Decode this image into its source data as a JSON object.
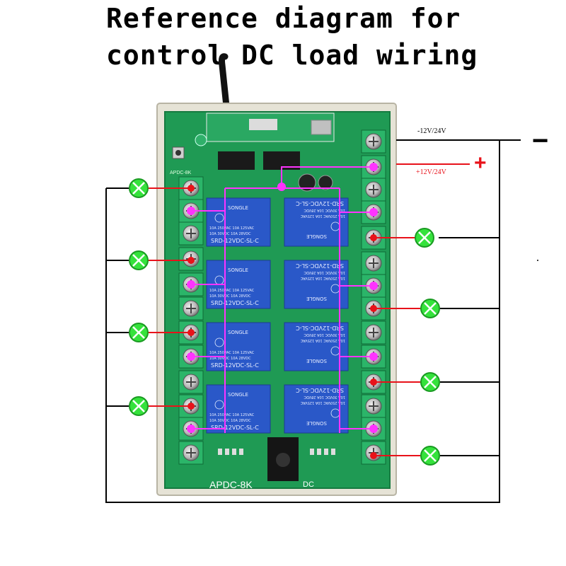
{
  "title": {
    "line1": "Reference diagram for",
    "line2": "control DC load wiring"
  },
  "supply": {
    "negative_label": "-12V/24V",
    "positive_label": "+12V/24V",
    "minus_symbol": "−",
    "plus_symbol": "+"
  },
  "board": {
    "model": "APDC-8K",
    "model_small": "APDC-8K",
    "dc_label": "DC",
    "relay_brand": "SONGLE",
    "relay_model": "SRD-12VDC-SL-C",
    "relay_rating_1": "10A 250VAC  10A 125VAC",
    "relay_rating_2": "10A 30VDC  10A 28VDC"
  },
  "colors": {
    "pcb": "#1f9a54",
    "board_frame": "#e6e3d6",
    "relay": "#2a58c8",
    "magenta_wire": "#ff33ff",
    "red_wire": "#e8121a",
    "lamp": "#35e23c",
    "black_wire": "#000000"
  }
}
